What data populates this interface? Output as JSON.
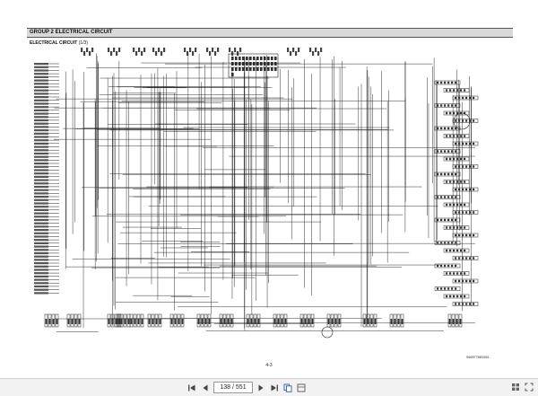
{
  "document": {
    "group_title": "GROUP 2  ELECTRICAL CIRCUIT",
    "section_title": "ELECTRICAL CIRCUIT",
    "section_sub": "(1/3)",
    "page_number": "4-3",
    "drawing_code": "S60EF7ME0001"
  },
  "toolbar": {
    "page_indicator": "138 / 551",
    "icons": [
      "first-page-icon",
      "previous-page-icon",
      "next-page-icon",
      "last-page-icon",
      "copy-icon",
      "page-view-icon"
    ],
    "right_icons": [
      "thumbnail-icon",
      "fullscreen-icon"
    ]
  }
}
